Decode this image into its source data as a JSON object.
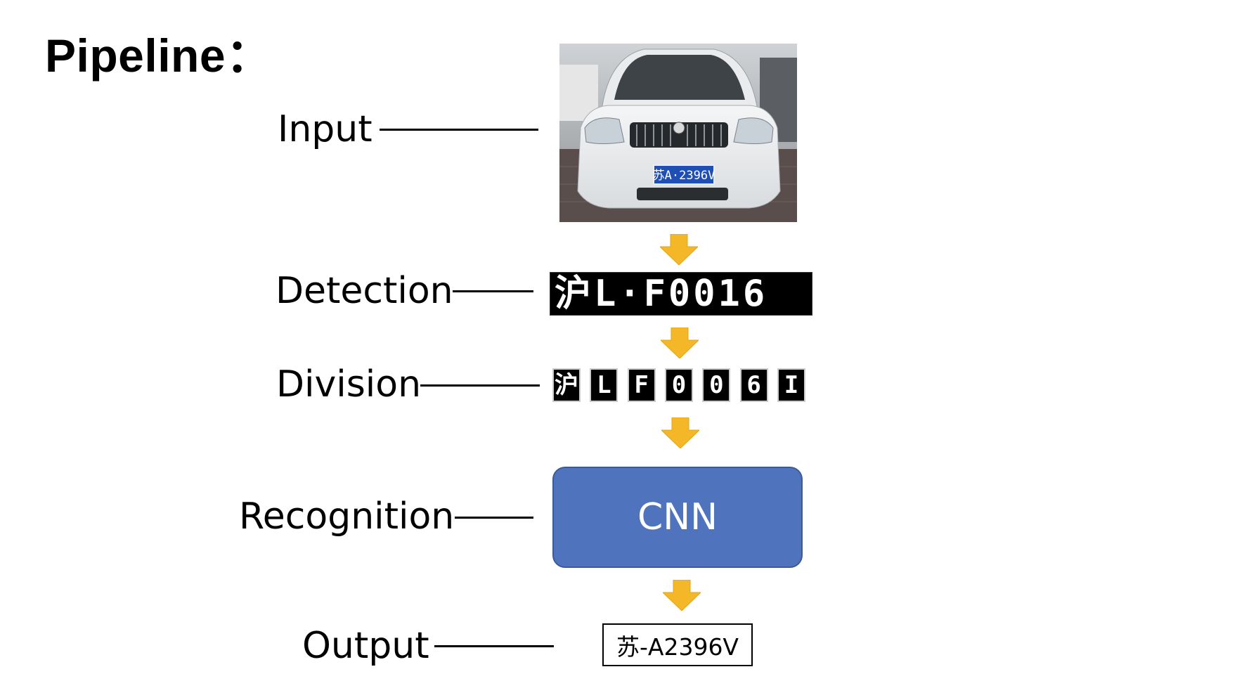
{
  "title": "Pipeline：",
  "stages": {
    "input": {
      "label": "Input"
    },
    "detection": {
      "label": "Detection",
      "plate_text": "沪L·F0016"
    },
    "division": {
      "label": "Division",
      "characters": [
        "沪",
        "L",
        "F",
        "0",
        "0",
        "6",
        "I"
      ]
    },
    "recognition": {
      "label": "Recognition",
      "model": "CNN"
    },
    "output": {
      "label": "Output",
      "result": "苏-A2396V"
    }
  },
  "input_image": {
    "plate_text": "苏A·2396V"
  },
  "colors": {
    "arrow": "#f4b728",
    "cnn_box": "#4f73bd",
    "plate_blue": "#1f4fb3"
  }
}
